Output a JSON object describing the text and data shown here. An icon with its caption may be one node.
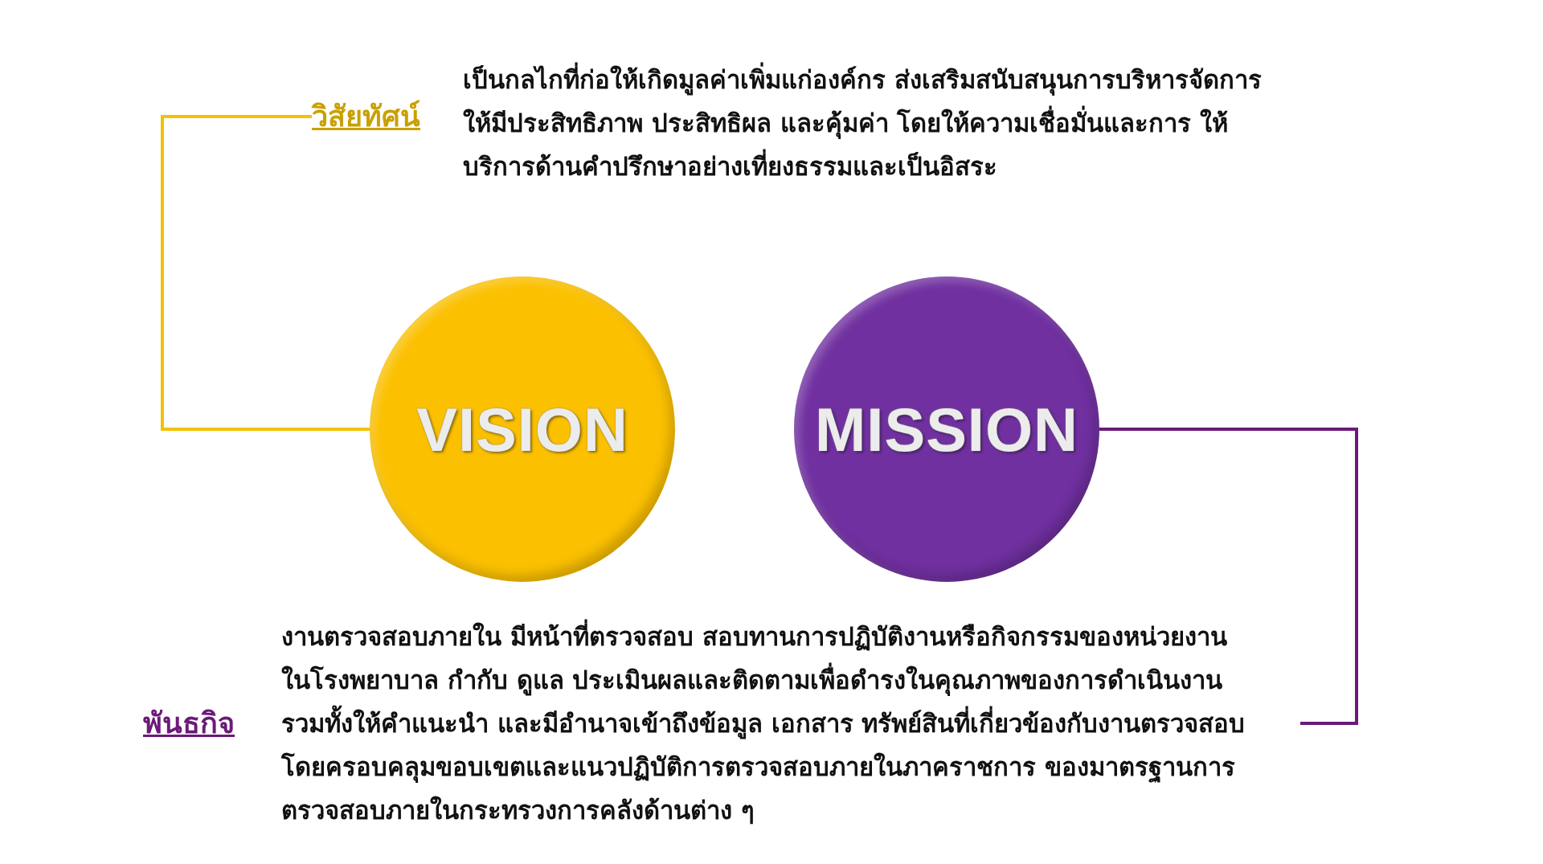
{
  "diagram": {
    "nodes": [
      {
        "text": [
          "VISION"
        ]
      },
      {
        "text": [
          "MISSION"
        ]
      },
      {
        "text": [
          "วิสัยทัศน์",
          "เป็นกลไกที่ก่อให้เกิดมูลค่าเพิ่มแก่องค์กร ส่งเสริมสนับสนุนการบริหารจัดการ ให้มีประสิทธิภาพ ประสิทธิผล และคุ้มค่า โดยให้ความเชื่อมั่นและการ ให้บริการด้านคำปรึกษาอย่างเที่ยงธรรมและเป็นอิสระ"
        ]
      },
      {
        "text": [
          "พันธกิจ",
          "งานตรวจสอบภายใน มีหน้าที่ตรวจสอบ สอบทานการปฏิบัติงานหรือกิจกรรมของหน่วยงาน ในโรงพยาบาล กำกับ ดูแล ประเมินผลและติดตามเพื่อดำรงในคุณภาพของการดำเนินงาน รวมทั้งให้คำแนะนำ และมีอำนาจเข้าถึงข้อมูล เอกสาร ทรัพย์สินที่เกี่ยวข้องกับงานตรวจสอบ โดยครอบคลุมขอบเขตและแนวปฏิบัติการตรวจสอบภายในภาคราชการ ของมาตรฐานการ ตรวจสอบภายในกระทรวงการคลังด้านต่าง ๆ"
        ]
      }
    ],
    "edges": [
      {
        "from": 0,
        "to": 2,
        "arrow": "none",
        "color": "#f2c200"
      },
      {
        "from": 1,
        "to": 3,
        "arrow": "none",
        "color": "#6b1a78"
      }
    ]
  }
}
